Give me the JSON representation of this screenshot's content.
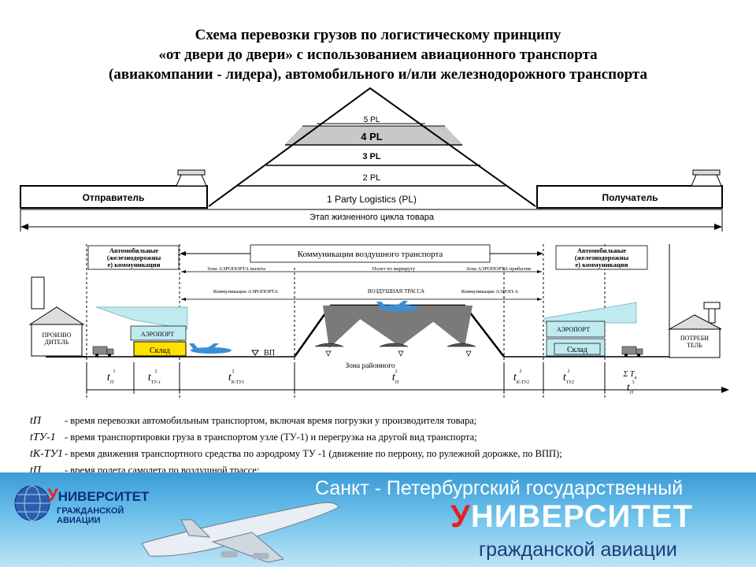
{
  "title": {
    "line1": "Схема перевозки грузов по логистическому принципу",
    "line2": "«от двери до двери» с  использованием авиационного транспорта",
    "line3": "(авиакомпании - лидера), автомобильного и/или железнодорожного транспорта"
  },
  "pyramid": {
    "levels": [
      "5 PL",
      "4 PL",
      "3 PL",
      "2 PL",
      "1 Party Logistics (PL)"
    ],
    "sender": "Отправитель",
    "receiver": "Получатель",
    "lifecycle": "Этап жизненного цикла товара"
  },
  "scheme": {
    "auto_left": [
      "Автомобильные",
      "(железнодорожны",
      "е) коммуникации"
    ],
    "air_comm": "Коммуникации воздушного транспорта",
    "auto_right": [
      "Автомобильные",
      "(железнодорожны",
      "е) коммуникации"
    ],
    "zone_depart": "Зона АЭРОПОРТА вылета",
    "flight_route": "Полет по маршруту",
    "zone_arrive": "Зона АЭРОПОРТА прибытия",
    "comm_airport": "Коммуникации АЭРОПОРТА",
    "air_route": "ВОЗДУШНАЯ  ТРАССА",
    "comm_airport_a": "Коммуникации АЭРОП-А",
    "producer": [
      "ПРОИЗВО",
      "ДИТЕЛЬ"
    ],
    "airport_left": "АЭРОПОРТ",
    "warehouse_left": "Склад",
    "vp": "ВП",
    "zone_district": "Зона районного",
    "airport_right": "АЭРОПОРТ",
    "warehouse_right": "Склад",
    "consumer": [
      "ПОТРЕБИ",
      "ТЕЛЬ"
    ]
  },
  "timeline": {
    "labels": [
      {
        "main": "t",
        "sup": "1",
        "sub": "П"
      },
      {
        "main": "t",
        "sup": "2",
        "sub": "ТУ-1"
      },
      {
        "main": "t",
        "sup": "2",
        "sub": "К-ТУ1"
      },
      {
        "main": "t",
        "sup": "2",
        "sub": "П"
      },
      {
        "main": "t",
        "sup": "2",
        "sub": "К-ТУ2"
      },
      {
        "main": "t",
        "sup": "2",
        "sub": "ТУ2"
      }
    ],
    "last_top": "Σ Т",
    "last_top_sub": "и",
    "last_main": "t",
    "last_sup": "3",
    "last_sub": "П"
  },
  "legend": [
    {
      "sym": "tП",
      "text": "- время перевозки автомобильным транспортом, включая время погрузки у производителя товара;"
    },
    {
      "sym": "tТУ-1",
      "text": "- время транспортировки груза в транспортом узле (ТУ-1) и перегрузка на другой вид транспорта;"
    },
    {
      "sym": "tК-ТУ1",
      "text": "- время движения транспортного средства по аэродрому ТУ -1 (движение по перрону, по рулежной дорожке, по ВПП);"
    },
    {
      "sym": "tП",
      "text": "- время полета самолета по воздушной трассе;"
    }
  ],
  "banner": {
    "line1": "Санкт - Петербургский государственный",
    "line2_first": "У",
    "line2_rest": "НИВЕРСИТЕТ",
    "line3": "гражданской авиации",
    "logo_first": "У",
    "logo_rest": "НИВЕРСИТЕТ",
    "logo_sub": "ГРАЖДАНСКОЙ АВИАЦИИ"
  },
  "colors": {
    "band_4pl": "#c8c8c8",
    "cyan_fill": "#bfeaf0",
    "yellow_fill": "#ffe000",
    "gray_triangle": "#7a7a7a",
    "plane_blue": "#3a8fd6",
    "banner_top": "#3b9bd6"
  }
}
